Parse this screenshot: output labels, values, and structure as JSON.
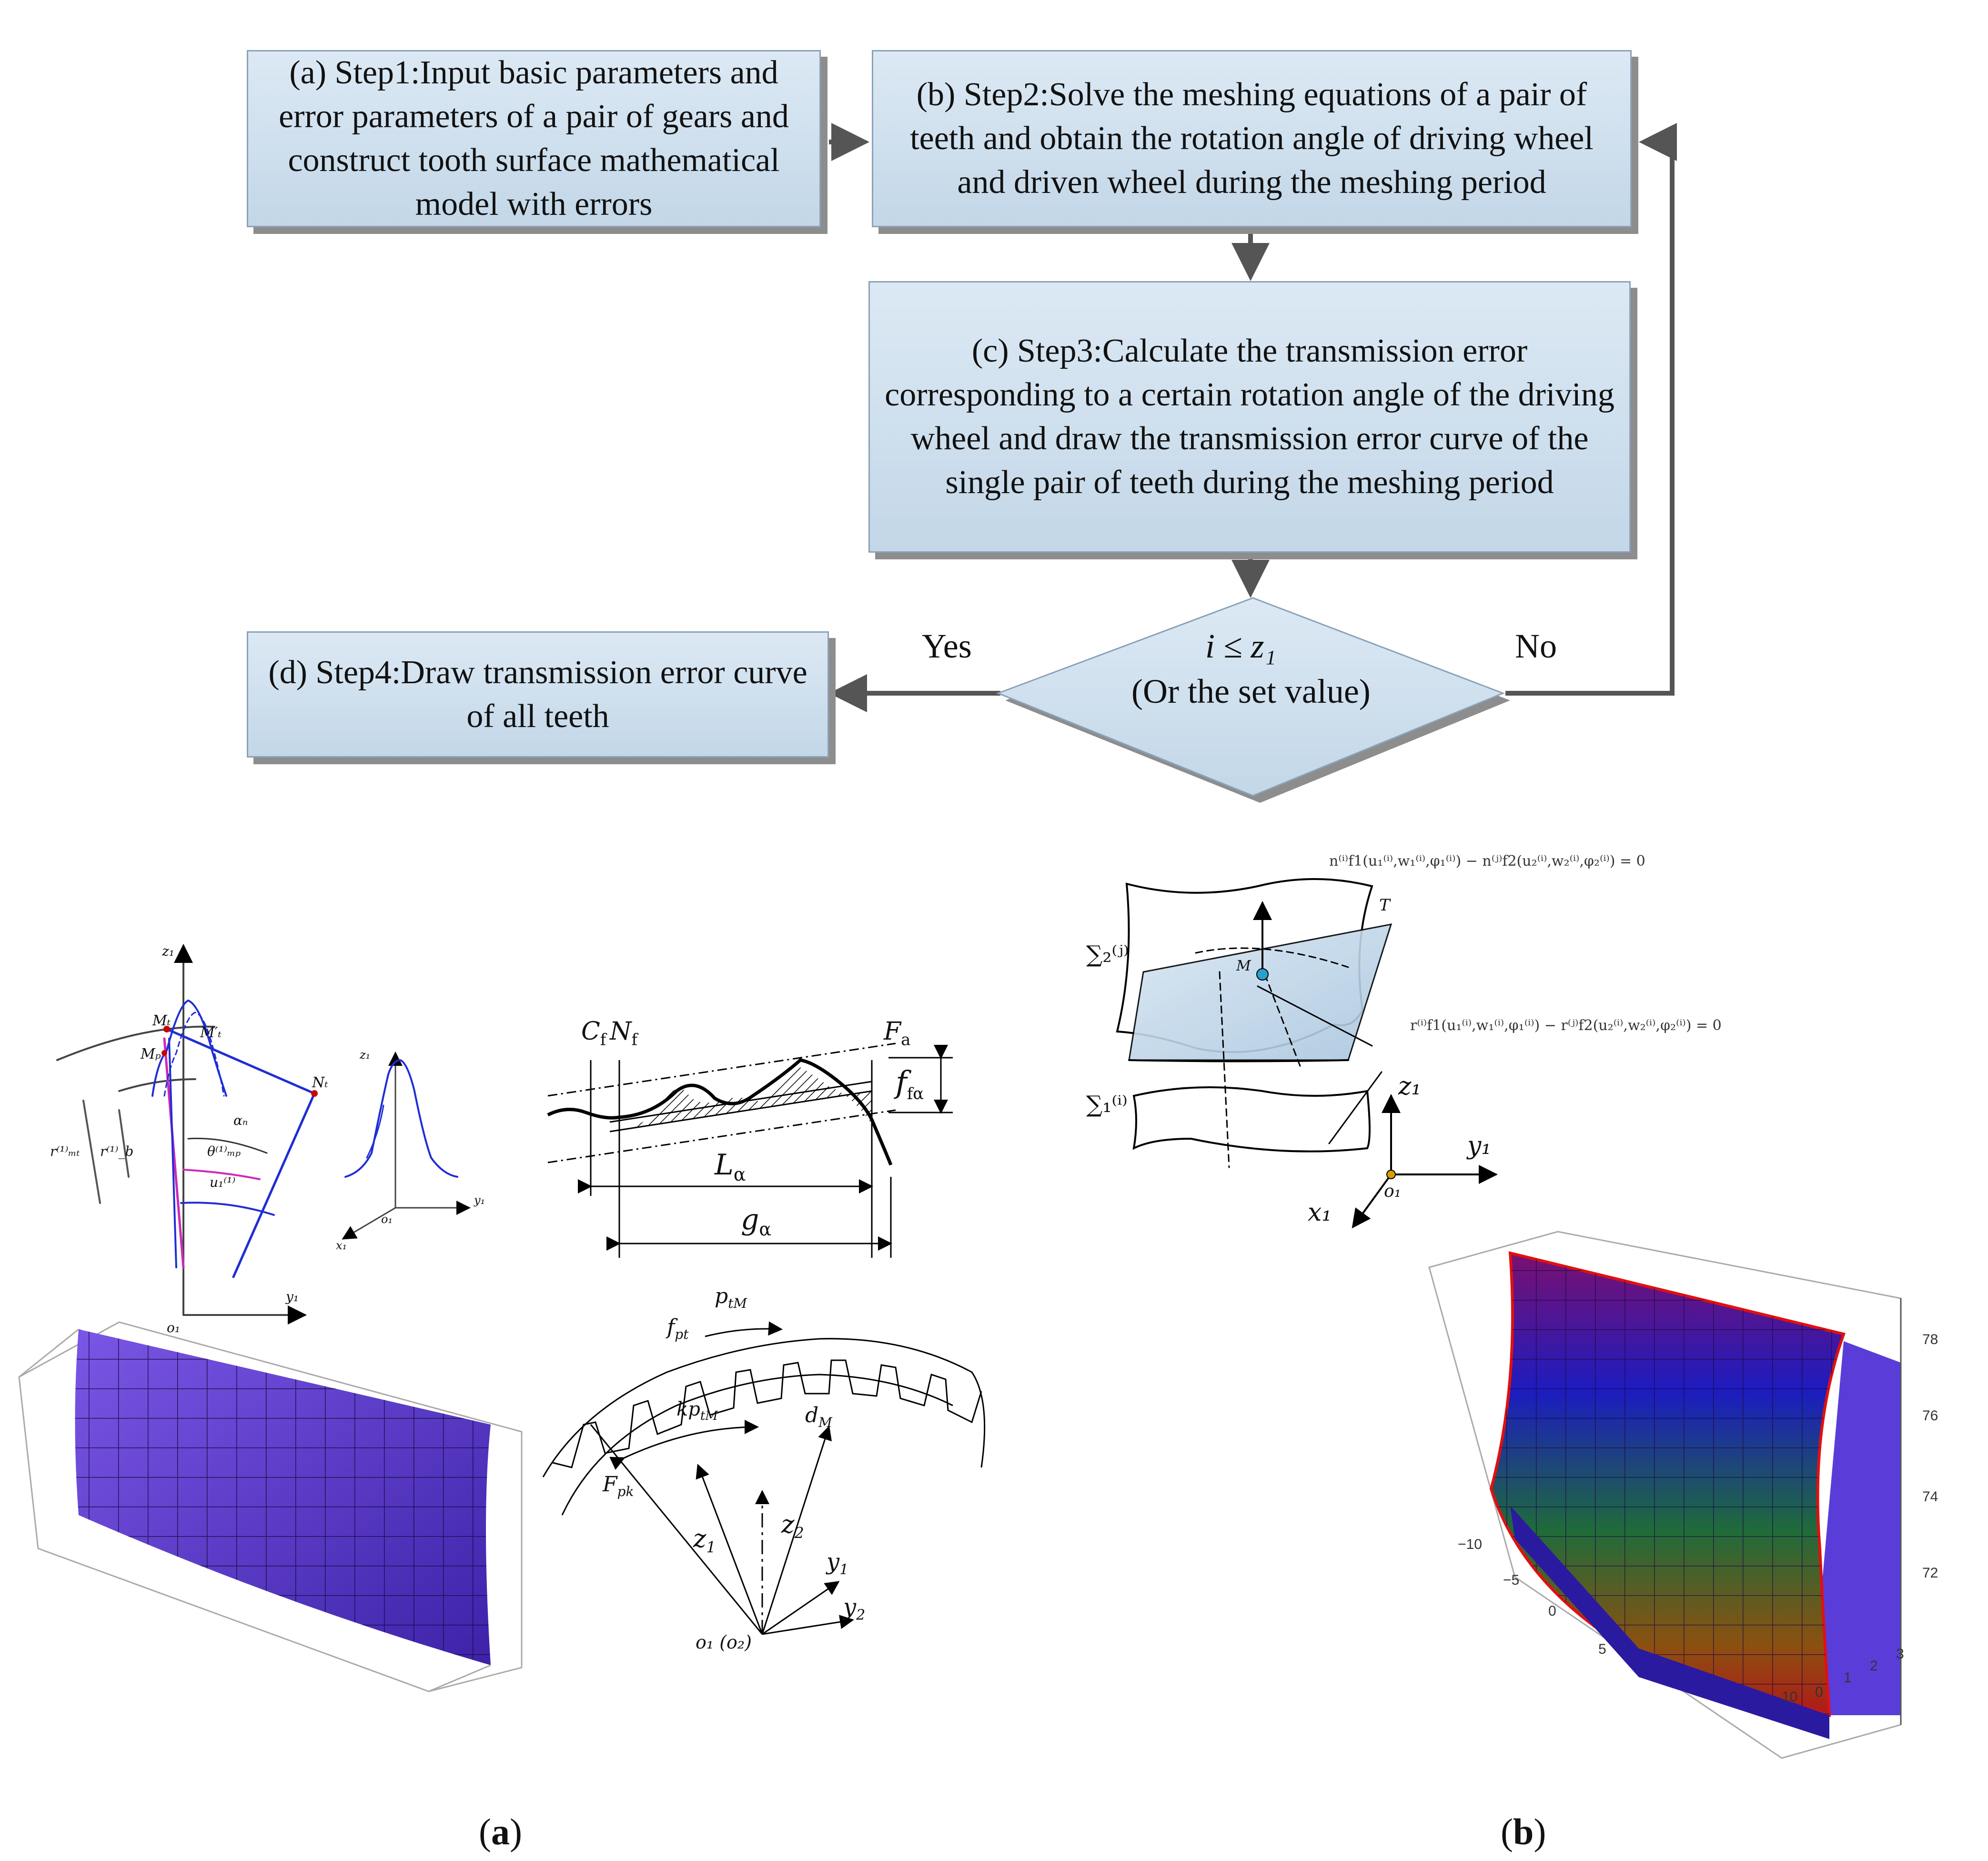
{
  "flowchart": {
    "step1": "(a) Step1:Input basic parameters and error parameters of a pair of gears and construct tooth surface mathematical model with errors",
    "step2": "(b) Step2:Solve the meshing equations of a pair of teeth and obtain the rotation angle of driving wheel and driven wheel during the  meshing period",
    "step3": "(c) Step3:Calculate the transmission error corresponding to a certain rotation angle of the driving wheel and draw the transmission error curve of the single pair of teeth during the  meshing period",
    "step4": "(d) Step4:Draw transmission error curve of all teeth",
    "decision_line1": "i ≤ z₁",
    "decision_line2": "(Or the set value)",
    "yes_label": "Yes",
    "no_label": "No"
  },
  "profile_error": {
    "Cf": "C",
    "Cf_sub": "f",
    "Nf": "N",
    "Nf_sub": "f",
    "Fa": "F",
    "Fa_sub": "a",
    "ffa": "f",
    "ffa_sub": "fα",
    "La": "L",
    "La_sub": "α",
    "ga": "g",
    "ga_sub": "α"
  },
  "pitch_error": {
    "ptM": "p",
    "ptM_sub": "tM",
    "fpt": "f",
    "fpt_sub": "pt",
    "kptM": "kp",
    "kptM_sub": "tM",
    "dM": "d",
    "dM_sub": "M",
    "Fpk": "F",
    "Fpk_sub": "pk",
    "z1": "z",
    "z1_sub": "1",
    "z2": "z",
    "z2_sub": "2",
    "y1": "y",
    "y1_sub": "1",
    "y2": "y",
    "y2_sub": "2",
    "origin": "o₁ (o₂)"
  },
  "tooth_profile": {
    "z1": "z₁",
    "y1": "y₁",
    "o1": "o₁",
    "Mt": "Mₜ",
    "Mp": "Mₚ",
    "Mt_prime": "M′ₜ",
    "Nt": "Nₜ",
    "alpha": "αₙ",
    "theta": "θ⁽¹⁾ₘₚ",
    "u1": "u₁⁽¹⁾",
    "rMt": "r⁽¹⁾ₘₜ",
    "rb": "r⁽¹⁾_b",
    "small_z1": "z₁",
    "small_y1": "y₁",
    "small_o1": "o₁",
    "small_x1": "x₁"
  },
  "meshing": {
    "normal_eq": "n⁽ⁱ⁾f1(u₁⁽ⁱ⁾,w₁⁽ⁱ⁾,φ₁⁽ⁱ⁾) − n⁽ʲ⁾f2(u₂⁽ⁱ⁾,w₂⁽ⁱ⁾,φ₂⁽ⁱ⁾) = 0",
    "position_eq": "r⁽ⁱ⁾f1(u₁⁽ⁱ⁾,w₁⁽ⁱ⁾,φ₁⁽ⁱ⁾) − r⁽ʲ⁾f2(u₂⁽ⁱ⁾,w₂⁽ⁱ⁾,φ₂⁽ⁱ⁾) = 0",
    "T": "T",
    "M": "M",
    "sigma2": "∑₂⁽ʲ⁾",
    "sigma1": "∑₁⁽ⁱ⁾",
    "z1": "z₁",
    "y1": "y₁",
    "x1": "x₁",
    "o1": "o₁"
  },
  "surface_plot_b": {
    "right_ticks": [
      "78",
      "76",
      "74",
      "72"
    ],
    "left_ticks": [
      "−10",
      "−5",
      "0",
      "5",
      "10"
    ],
    "bottom_ticks": [
      "0",
      "1",
      "2",
      "3"
    ]
  },
  "panel_labels": {
    "a": "a",
    "b": "b"
  }
}
